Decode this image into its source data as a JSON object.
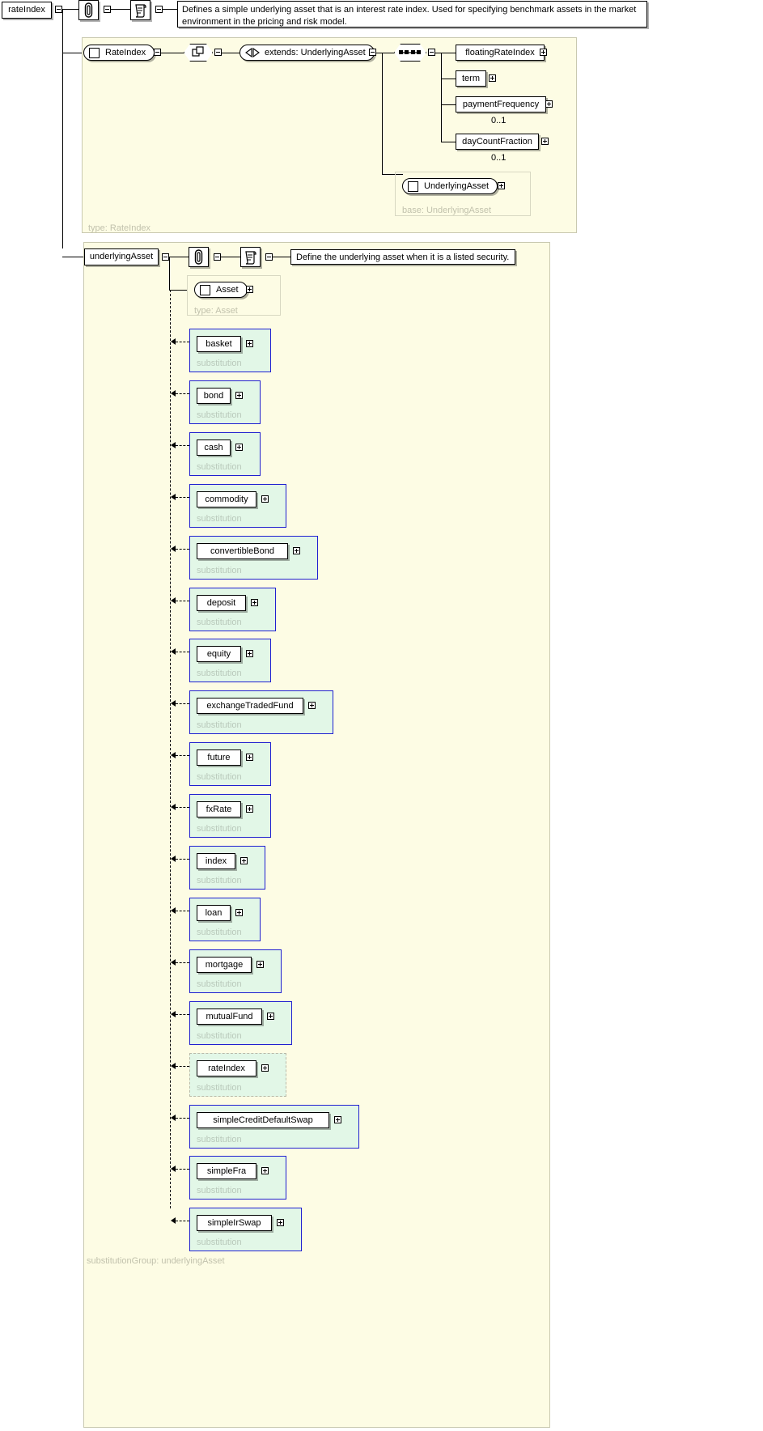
{
  "diagram": {
    "type": "xml-schema-element-diagram",
    "root_element": "rateIndex",
    "root_documentation": "Defines a simple underlying asset that is an interest rate index. Used for specifying benchmark assets in the market environment in the pricing and risk model.",
    "icons": {
      "annotation": "paperclip-icon",
      "documentation": "scroll-icon"
    }
  },
  "rateIndexPanel": {
    "type_label": "type: RateIndex",
    "type_capsule": "RateIndex",
    "extends_label": "extends: UnderlyingAsset",
    "children": [
      {
        "name": "floatingRateIndex",
        "occurs": ""
      },
      {
        "name": "term",
        "occurs": ""
      },
      {
        "name": "paymentFrequency",
        "occurs": "0..1"
      },
      {
        "name": "dayCountFraction",
        "occurs": "0..1"
      }
    ],
    "base_block": {
      "capsule": "UnderlyingAsset",
      "base_label": "base: UnderlyingAsset"
    }
  },
  "underlyingAssetPanel": {
    "element_name": "underlyingAsset",
    "documentation": "Define the underlying asset when it is a listed security.",
    "group_label": "substitutionGroup: underlyingAsset",
    "asset_block": {
      "capsule": "Asset",
      "type_label": "type: Asset"
    },
    "substitution_label": "substitution",
    "substitutions": [
      {
        "name": "basket",
        "self": false
      },
      {
        "name": "bond",
        "self": false
      },
      {
        "name": "cash",
        "self": false
      },
      {
        "name": "commodity",
        "self": false
      },
      {
        "name": "convertibleBond",
        "self": false
      },
      {
        "name": "deposit",
        "self": false
      },
      {
        "name": "equity",
        "self": false
      },
      {
        "name": "exchangeTradedFund",
        "self": false
      },
      {
        "name": "future",
        "self": false
      },
      {
        "name": "fxRate",
        "self": false
      },
      {
        "name": "index",
        "self": false
      },
      {
        "name": "loan",
        "self": false
      },
      {
        "name": "mortgage",
        "self": false
      },
      {
        "name": "mutualFund",
        "self": false
      },
      {
        "name": "rateIndex",
        "self": true
      },
      {
        "name": "simpleCreditDefaultSwap",
        "self": false
      },
      {
        "name": "simpleFra",
        "self": false
      },
      {
        "name": "simpleIrSwap",
        "self": false
      }
    ]
  },
  "colors": {
    "panel_bg": "#fdfce4",
    "substitution_bg": "#e2f7e7",
    "substitution_border": "#2020d0",
    "muted_text": "#c2c2ad"
  }
}
